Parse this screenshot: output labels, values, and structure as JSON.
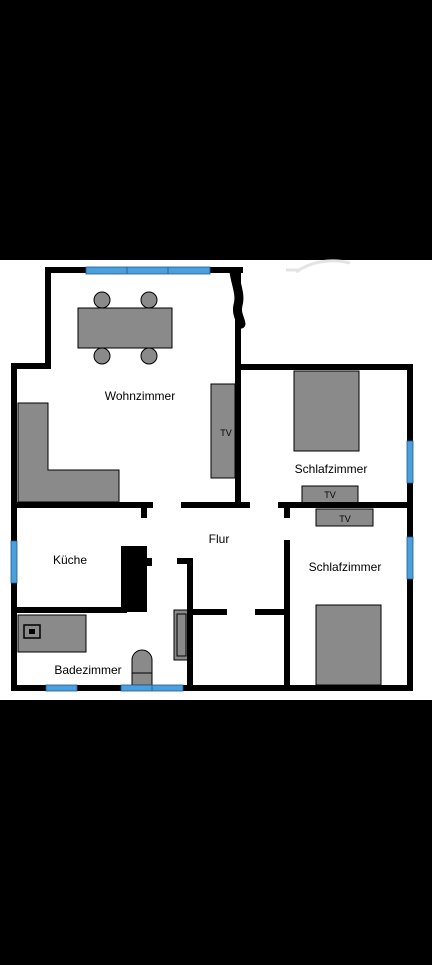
{
  "colors": {
    "background": "#000000",
    "paper": "#ffffff",
    "wall": "#000000",
    "furniture": "#8a8a8a",
    "window": "#4a9fdd"
  },
  "rooms": {
    "wohnzimmer": "Wohnzimmer",
    "schlafzimmer_top": "Schlafzimmer",
    "schlafzimmer_bottom": "Schlafzimmer",
    "kueche": "Küche",
    "flur": "Flur",
    "badezimmer": "Badezimmer"
  },
  "tv_labels": {
    "living": "TV",
    "bed_top": "TV",
    "bed_bottom": "TV"
  }
}
